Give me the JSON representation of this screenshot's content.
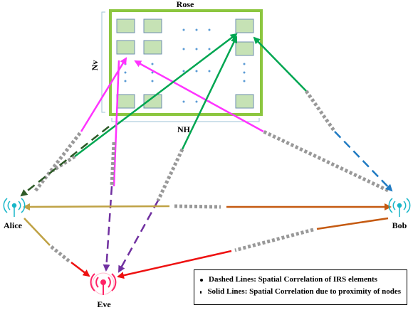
{
  "irs": {
    "title": "Rose",
    "vertical_label": "Nv",
    "horizontal_label": "NH"
  },
  "nodes": {
    "alice": "Alice",
    "bob": "Bob",
    "eve": "Eve"
  },
  "legend": [
    "Dashed Lines: Spatial Correlation of IRS elements",
    "Solid Lines: Spatial Correlation due to proximity of nodes"
  ],
  "colors": {
    "irs_frame": "#8cc63f",
    "irs_element": "#c6e2b5",
    "magenta": "#ff33ff",
    "green": "#00a651",
    "dark_green": "#2d5a27",
    "blue": "#1f7ac2",
    "purple": "#7030a0",
    "gold": "#bfa245",
    "orange": "#c55a11",
    "red": "#ee1111",
    "gray": "#999999",
    "antenna": "#17b6c8",
    "eve_glow": "#ff2266"
  }
}
